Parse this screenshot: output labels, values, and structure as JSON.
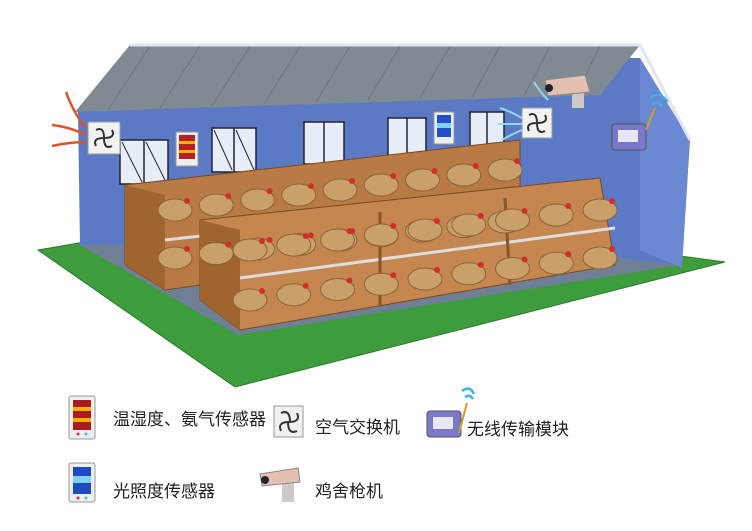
{
  "legend": {
    "items": [
      {
        "icon": "temp-humidity-sensor-icon",
        "label": "温湿度、氨气传感器"
      },
      {
        "icon": "air-exchanger-fan-icon",
        "label": "空气交换机"
      },
      {
        "icon": "wireless-module-icon",
        "label": "无线传输模块"
      },
      {
        "icon": "light-sensor-icon",
        "label": "光照度传感器"
      },
      {
        "icon": "camera-icon",
        "label": "鸡舍枪机"
      }
    ]
  },
  "colors": {
    "wall": "#5b79c4",
    "roof": "#7f8a93",
    "floor_grass": "#3a9a3a",
    "cage_wood": "#b97a45",
    "chicken": "#c9a06a",
    "airflow_arrow": "#e0502a",
    "wifi": "#35b6e6"
  }
}
